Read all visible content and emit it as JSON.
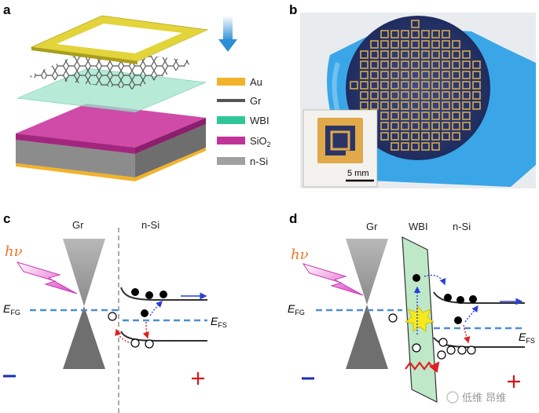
{
  "panels": {
    "a": {
      "letter": "a",
      "legend": [
        {
          "label": "Au",
          "color": "#f2b32a"
        },
        {
          "label": "Gr",
          "color": "#555555"
        },
        {
          "label": "WBI",
          "color": "#2fc79a"
        },
        {
          "label_main": "SiO",
          "label_sub": "2",
          "color": "#c0349a"
        },
        {
          "label": "n-Si",
          "color": "#a0a0a0"
        }
      ],
      "light_arrow_color": "#2e8fd6"
    },
    "b": {
      "letter": "b",
      "scale_bar_label": "5 mm"
    },
    "c": {
      "letter": "c",
      "gr_label": "Gr",
      "si_label": "n-Si",
      "hv": "hν",
      "efg_main": "E",
      "efg_sub": "FG",
      "efs_main": "E",
      "efs_sub": "FS",
      "minus": "−",
      "plus": "+"
    },
    "d": {
      "letter": "d",
      "gr_label": "Gr",
      "wbi_label": "WBI",
      "si_label": "n-Si",
      "hv": "hν",
      "efg_main": "E",
      "efg_sub": "FG",
      "efs_main": "E",
      "efs_sub": "FS",
      "minus": "−",
      "plus": "+"
    }
  },
  "watermark": "低维 昂维",
  "colors": {
    "fermi_dashed": "#4a8fd0",
    "electron_arrow": "#2a3fd8",
    "hole_arrow": "#e02020",
    "wbi_green": "#bfe8c8",
    "band": "#333333"
  }
}
